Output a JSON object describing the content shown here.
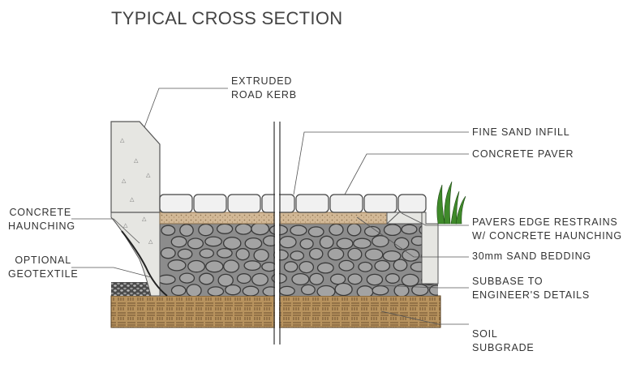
{
  "title": "TYPICAL CROSS SECTION",
  "labels": {
    "kerb_1": "EXTRUDED",
    "kerb_2": "ROAD KERB",
    "sand_infill": "FINE SAND INFILL",
    "paver": "CONCRETE PAVER",
    "edge_1": "PAVERS EDGE RESTRAINS",
    "edge_2": "W/ CONCRETE HAUNCHING",
    "bedding": "30mm SAND BEDDING",
    "subbase_1": "SUBBASE TO",
    "subbase_2": "ENGINEER'S DETAILS",
    "soil_1": "SOIL",
    "soil_2": "SUBGRADE",
    "haunch_1": "CONCRETE",
    "haunch_2": "HAUNCHING",
    "geo_1": "OPTIONAL",
    "geo_2": "GEOTEXTILE"
  },
  "colors": {
    "concrete": "#e6e6e2",
    "paver": "#f1f1f1",
    "sand": "#d2b896",
    "subbase": "#8c8c8c",
    "stone": "#a3a3a3",
    "soil": "#b8935e",
    "grass": "#3f8a2a"
  }
}
